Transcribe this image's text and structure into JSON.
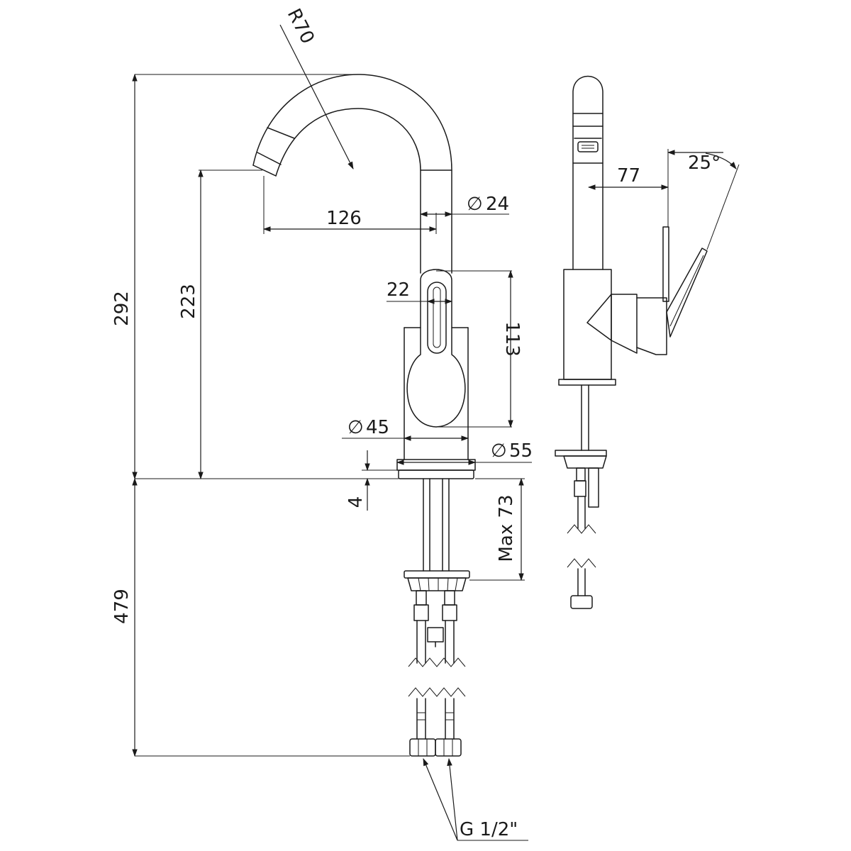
{
  "drawing": {
    "front_view": {
      "dimensions": {
        "total_height": "292",
        "spout_height": "223",
        "under_counter": "479",
        "spout_radius": "R70",
        "spout_reach": "126",
        "spout_diameter": "24",
        "handle_width": "22",
        "handle_height": "113",
        "body_diameter": "45",
        "base_diameter": "55",
        "base_thickness": "4",
        "max_counter": "Max 73",
        "thread": "G 1/2\""
      },
      "diameter_symbol": "∅"
    },
    "side_view": {
      "dimensions": {
        "handle_reach": "77",
        "handle_angle": "25°"
      }
    }
  }
}
